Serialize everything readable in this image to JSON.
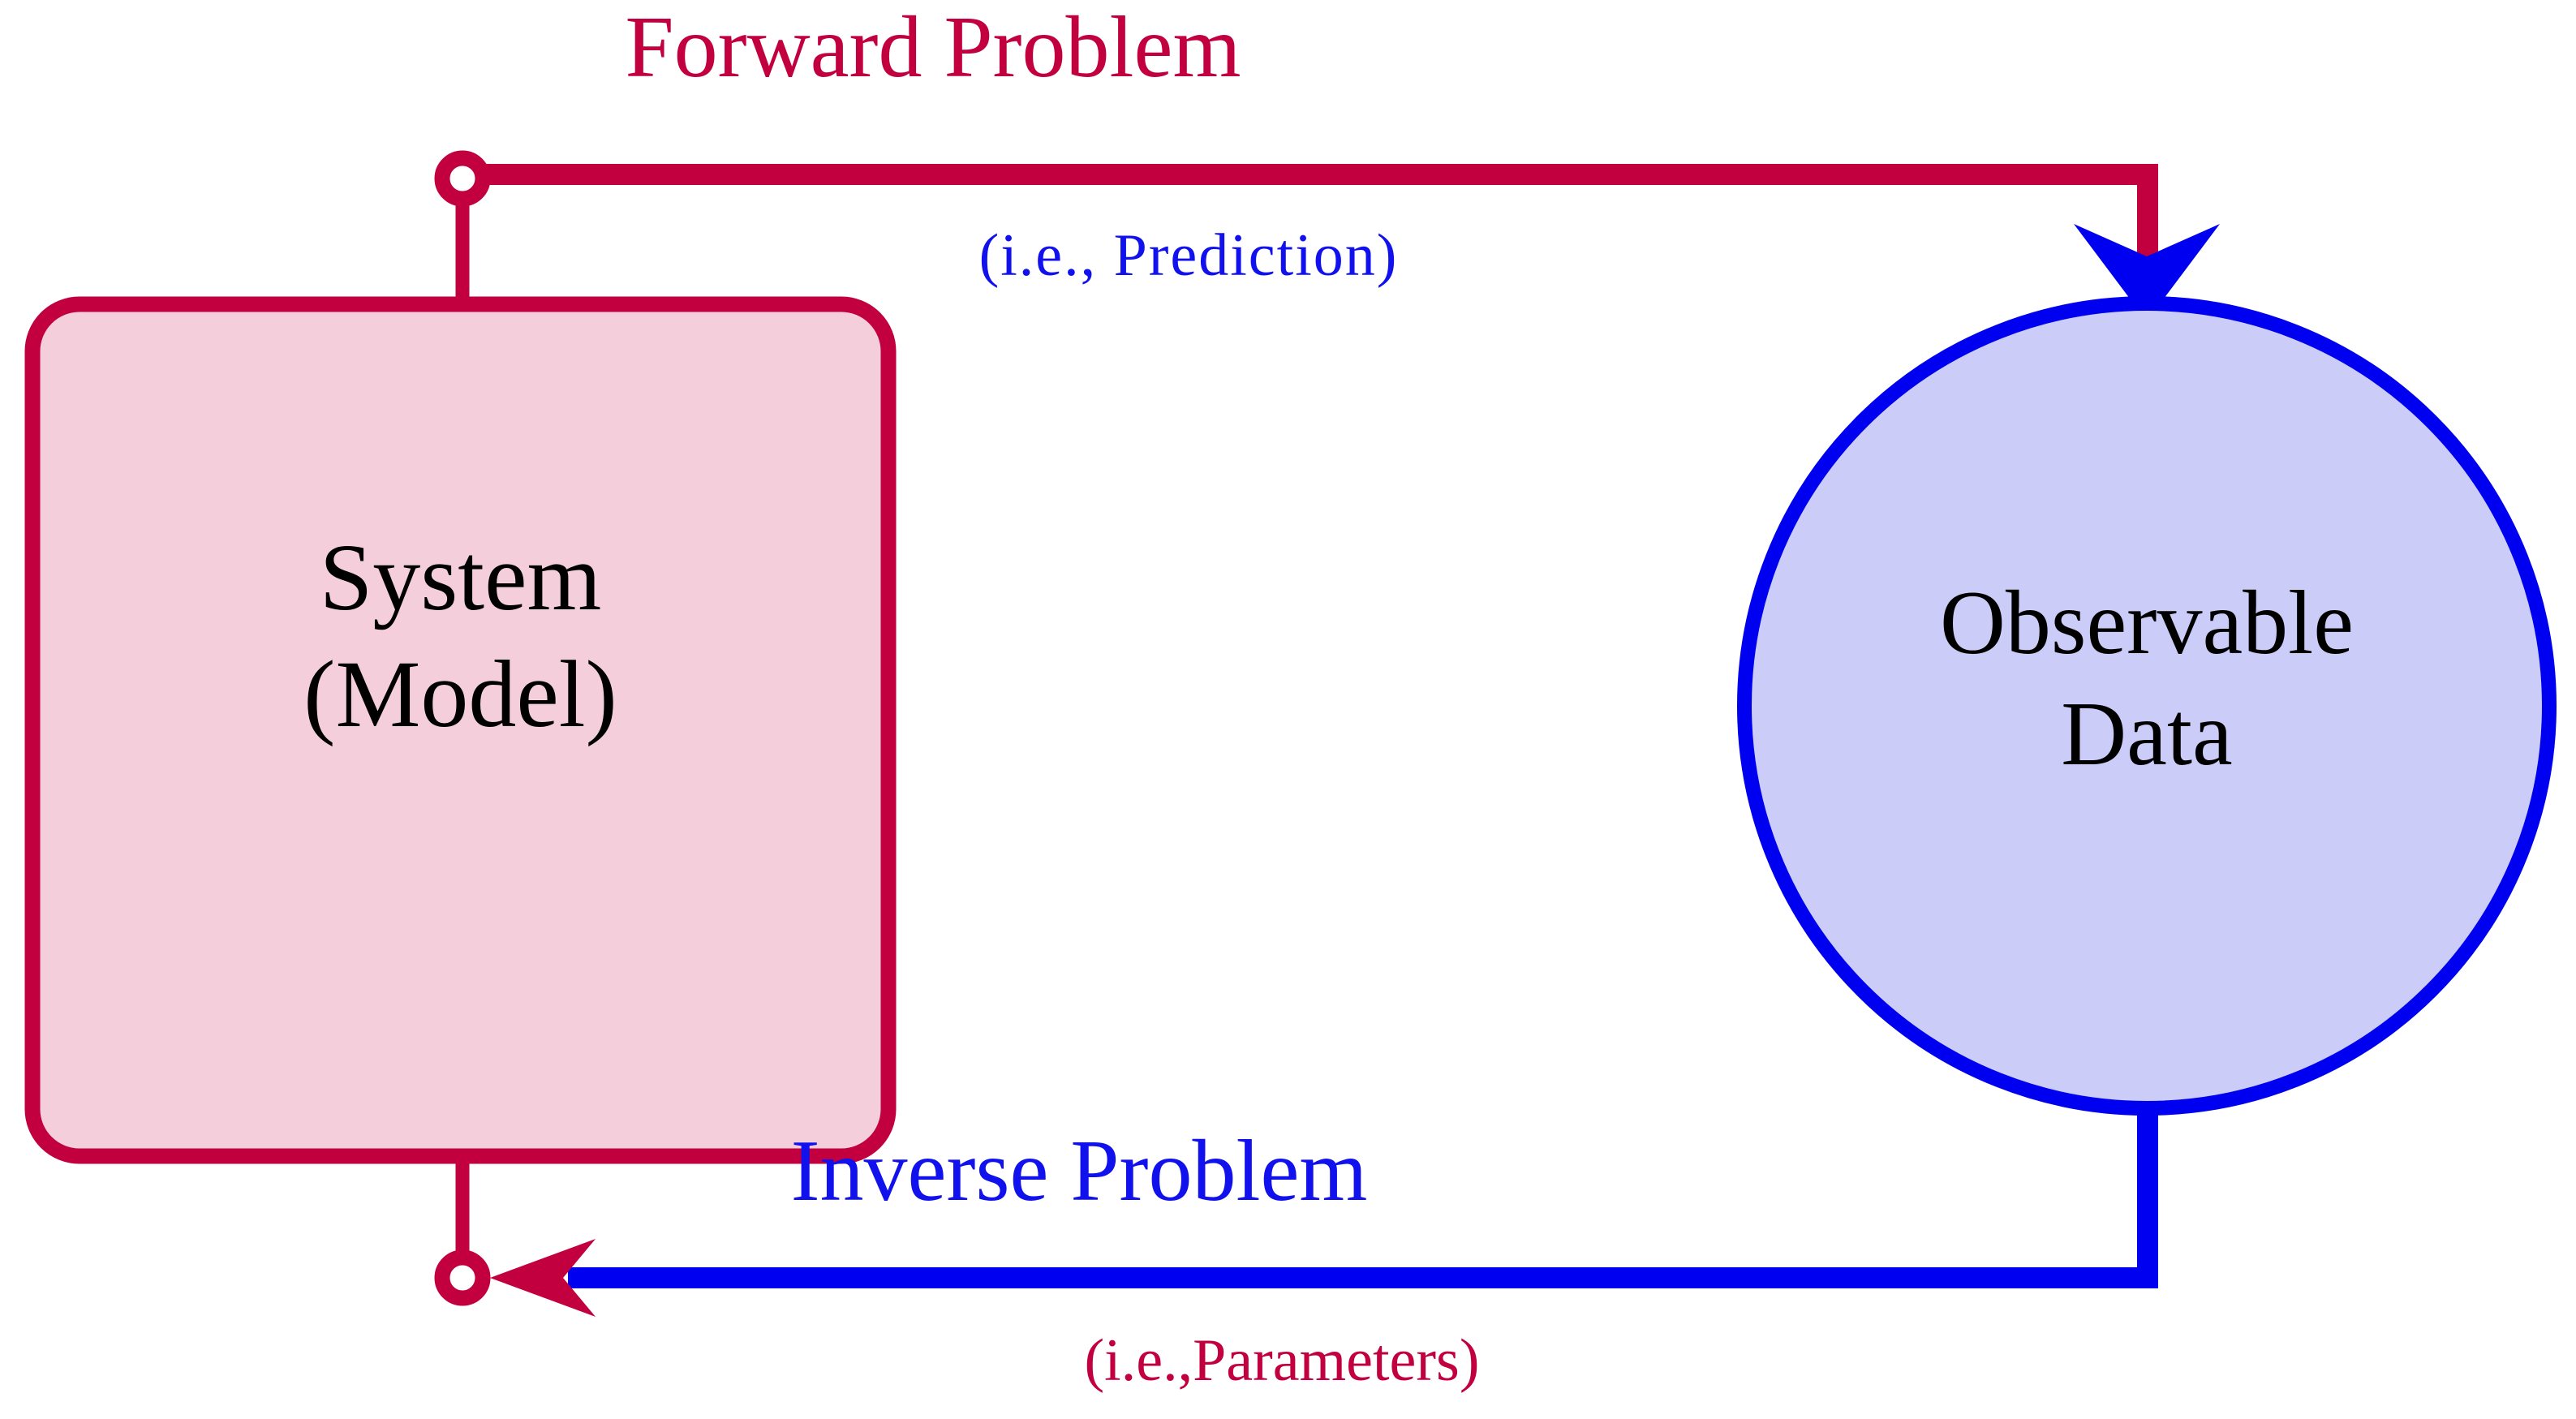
{
  "diagram": {
    "title": "Forward and Inverse Problem",
    "background_color": "#ffffff",
    "palette": {
      "crimson": "#c2003f",
      "crimson_fill": "#f5cedc",
      "blue": "#0000f0",
      "blue_label": "#1111ee",
      "blue_fill": "#ccccf9",
      "text": "#000000",
      "node_inner": "#ffffff"
    }
  },
  "nodes": {
    "system": {
      "shape": "rounded-rectangle",
      "line1": "System",
      "line2": "(Model)",
      "fill": "#f5cedc",
      "stroke": "#c2003f"
    },
    "observable": {
      "shape": "circle",
      "line1": "Observable",
      "line2": "Data",
      "fill": "#ccccf9",
      "stroke": "#0000f0"
    },
    "top_port": {
      "shape": "small-circle",
      "stroke": "#c2003f",
      "fill": "#ffffff"
    },
    "bottom_port": {
      "shape": "small-circle",
      "stroke": "#c2003f",
      "fill": "#ffffff"
    }
  },
  "edges": {
    "forward": {
      "label": "Forward Problem",
      "sublabel": "(i.e., Prediction)",
      "line_color": "#c2003f",
      "arrowhead_color": "#0000f0",
      "label_color": "#c2003f",
      "sublabel_color": "#1111ee",
      "direction": "system-to-observable"
    },
    "inverse": {
      "label": "Inverse Problem",
      "sublabel": "(i.e.,Parameters)",
      "line_color": "#0000f0",
      "arrowhead_color": "#c2003f",
      "label_color": "#1111ee",
      "sublabel_color": "#c2003f",
      "direction": "observable-to-system"
    }
  }
}
